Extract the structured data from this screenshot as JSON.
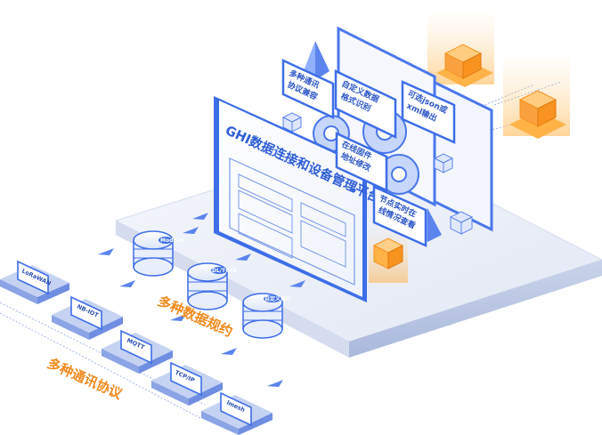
{
  "platform": {
    "title": "GHI数据连接和设备管理平台"
  },
  "bubbles": [
    {
      "line1": "多种通讯",
      "line2": "协议兼容"
    },
    {
      "line1": "自定义数据",
      "line2": "格式识别"
    },
    {
      "line1": "可选json或",
      "line2": "xml输出"
    },
    {
      "line1": "在线固件",
      "line2": "地址修改"
    },
    {
      "line1": "节点实时在",
      "line2": "线情况查看"
    }
  ],
  "data_protocols": {
    "label": "多种数据规约",
    "disks": [
      "Modbus",
      "DL/T645",
      "自定义规约"
    ]
  },
  "comm_protocols": {
    "label": "多种通讯协议",
    "devices": [
      "LoRaWAN",
      "NB-IOT",
      "MQTT",
      "TCP/IP",
      "lmesh"
    ]
  },
  "colors": {
    "primary": "#3d6ee8",
    "accent_orange": "#f7931e",
    "platform_floor": "#e7ecf7"
  }
}
